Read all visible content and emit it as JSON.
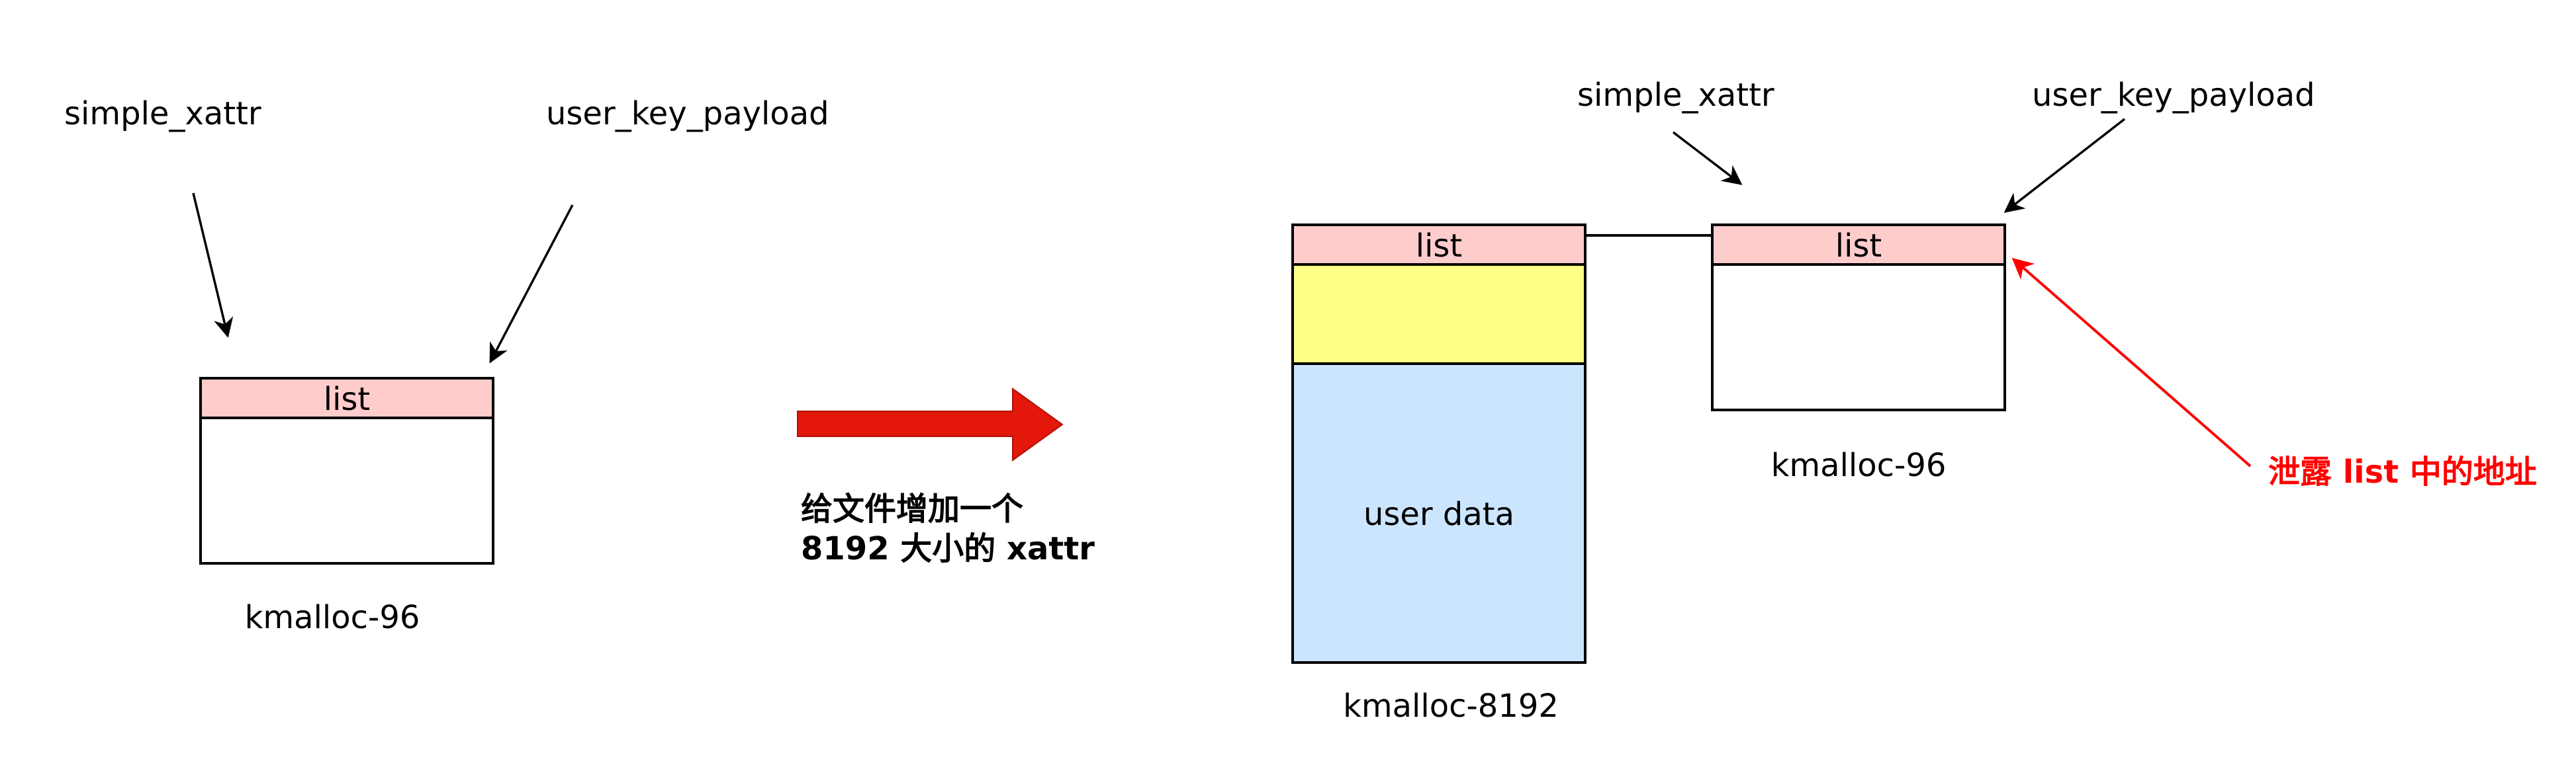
{
  "left_state": {
    "pointer_labels": {
      "simple_xattr": "simple_xattr",
      "user_key_payload": "user_key_payload"
    },
    "object": {
      "header": "list",
      "caption": "kmalloc-96"
    }
  },
  "transition": {
    "label_line1": "给文件增加一个",
    "label_line2": "8192 大小的 xattr",
    "arrow_color": "#e3170a"
  },
  "right_state": {
    "large_object": {
      "header": "list",
      "body": "user data",
      "caption": "kmalloc-8192"
    },
    "small_object": {
      "header": "list",
      "caption": "kmalloc-96"
    },
    "pointer_labels": {
      "simple_xattr": "simple_xattr",
      "user_key_payload": "user_key_payload"
    },
    "annotation": {
      "text": "泄露 list 中的地址",
      "color": "#ff0000"
    }
  },
  "colors": {
    "list_header": "#ffcccc",
    "yellow_region": "#ffff88",
    "user_data": "#cce5ff",
    "box_border": "#000000"
  }
}
